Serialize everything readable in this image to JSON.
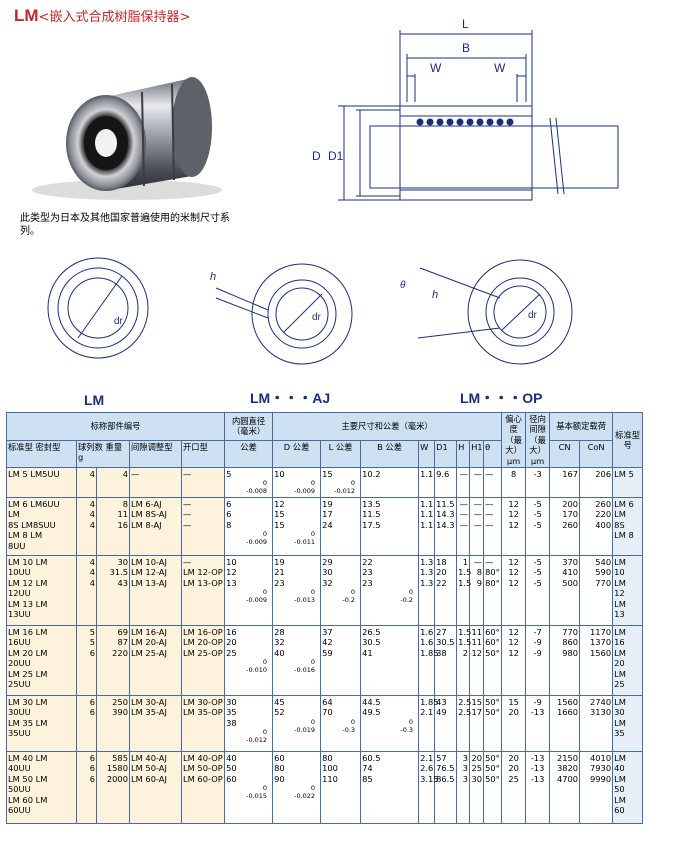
{
  "header": {
    "model": "LM",
    "subtitle": "<嵌入式合成树脂保持器>"
  },
  "description": "此类型为日本及其他国家普遍使用的米制尺寸系列。",
  "diagram_labels": {
    "L": "L",
    "B": "B",
    "W1": "W",
    "W2": "W",
    "D": "D",
    "D1": "D1",
    "dr1": "dr",
    "dr2": "dr",
    "dr3": "dr",
    "h1": "h",
    "h2": "h",
    "theta": "θ",
    "lm": "LM",
    "lm_aj": "LM・・・AJ",
    "lm_op": "LM・・・OP"
  },
  "table": {
    "group_nominal": "标称部件编号",
    "group_inner": "内圆直径（毫米）",
    "group_main": "主要尺寸和公差（毫米）",
    "eccentricity": "偏心度（最大）μm",
    "radial_clearance": "径向间隙（最大）μm",
    "load_rating": "基本额定载荷",
    "load_cn": "CN",
    "load_con": "CoN",
    "std_no": "标准型号",
    "col_std_seal": "标准型 密封型",
    "col_balls": "球列数 重量 g",
    "col_adj": "间隙调整型",
    "col_open": "开口型",
    "col_dr": "公差",
    "col_D": "D 公差",
    "col_L": "L 公差",
    "col_B": "B 公差",
    "col_W": "W",
    "col_D1": "D1",
    "col_H": "H",
    "col_H1": "H1",
    "col_theta": "θ",
    "rows": [
      {
        "std": [
          "LM 5 LM5UU"
        ],
        "balls": [
          "4"
        ],
        "wt": [
          "4"
        ],
        "adj": [
          "—"
        ],
        "open": [
          "—"
        ],
        "dr": [
          "5"
        ],
        "dr_tol": [
          "0",
          "-0.008"
        ],
        "D": [
          "10"
        ],
        "D_tol": [
          "0",
          "-0.009"
        ],
        "L": [
          "15"
        ],
        "L_tol": [
          "0",
          "-0.012"
        ],
        "B": [
          "10.2"
        ],
        "B_tol": [
          ""
        ],
        "W": [
          "1.1"
        ],
        "D1": [
          "9.6"
        ],
        "H": [
          "—"
        ],
        "H1": [
          "—"
        ],
        "th": [
          "—"
        ],
        "ecc": [
          "8"
        ],
        "clr": [
          "-3"
        ],
        "cn": [
          "167"
        ],
        "con": [
          "206"
        ],
        "no": [
          "LM 5"
        ]
      },
      {
        "std": [
          "LM 6 LM6UU",
          "LM",
          "8S LM8SUU",
          "LM 8 LM",
          "8UU"
        ],
        "balls": [
          "4",
          "4",
          "4"
        ],
        "wt": [
          "8",
          "11",
          "16"
        ],
        "adj": [
          "LM 6-AJ",
          "LM 8S-AJ",
          "LM 8-AJ"
        ],
        "open": [
          "—",
          "—",
          "—"
        ],
        "dr": [
          "6",
          "6",
          "8"
        ],
        "dr_tol": [
          "0",
          "-0.009"
        ],
        "D": [
          "12",
          "15",
          "15"
        ],
        "D_tol": [
          "0",
          "-0.011"
        ],
        "L": [
          "19",
          "17",
          "24"
        ],
        "L_tol": [
          ""
        ],
        "B": [
          "13.5",
          "11.5",
          "17.5"
        ],
        "B_tol": [
          ""
        ],
        "W": [
          "1.1",
          "1.1",
          "1.1"
        ],
        "D1": [
          "11.5",
          "14.3",
          "14.3"
        ],
        "H": [
          "—",
          "—",
          "—"
        ],
        "H1": [
          "—",
          "—",
          "—"
        ],
        "th": [
          "—",
          "—",
          "—"
        ],
        "ecc": [
          "12",
          "12",
          "12"
        ],
        "clr": [
          "-5",
          "-5",
          "-5"
        ],
        "cn": [
          "200",
          "170",
          "260"
        ],
        "con": [
          "260",
          "220",
          "400"
        ],
        "no": [
          "LM 6",
          "LM",
          "8S",
          "LM 8"
        ]
      },
      {
        "std": [
          "LM 10 LM",
          "10UU",
          "LM 12 LM",
          "12UU",
          "LM 13 LM",
          "13UU"
        ],
        "balls": [
          "4",
          "4",
          "4"
        ],
        "wt": [
          "30",
          "31.5",
          "43"
        ],
        "adj": [
          "LM 10-AJ",
          "LM 12-AJ",
          "LM 13-AJ"
        ],
        "open": [
          "—",
          "LM 12-OP",
          "LM 13-OP"
        ],
        "dr": [
          "10",
          "12",
          "13"
        ],
        "dr_tol": [
          "0",
          "-0.009"
        ],
        "D": [
          "19",
          "21",
          "23"
        ],
        "D_tol": [
          "0",
          "-0.013"
        ],
        "L": [
          "29",
          "30",
          "32"
        ],
        "L_tol": [
          "0",
          "-0.2"
        ],
        "B": [
          "22",
          "23",
          "23"
        ],
        "B_tol": [
          "0",
          "-0.2"
        ],
        "W": [
          "1.3",
          "1.3",
          "1.3"
        ],
        "D1": [
          "18",
          "20",
          "22"
        ],
        "H": [
          "1",
          "1.5",
          "1.5"
        ],
        "H1": [
          "—",
          "8",
          "9"
        ],
        "th": [
          "—",
          "80°",
          "80°"
        ],
        "ecc": [
          "12",
          "12",
          "12"
        ],
        "clr": [
          "-5",
          "-5",
          "-5"
        ],
        "cn": [
          "370",
          "410",
          "500"
        ],
        "con": [
          "540",
          "590",
          "770"
        ],
        "no": [
          "LM",
          "10",
          "LM",
          "12",
          "LM",
          "13"
        ]
      },
      {
        "std": [
          "LM 16 LM",
          "16UU",
          "LM 20 LM",
          "20UU",
          "LM 25 LM",
          "25UU"
        ],
        "balls": [
          "5",
          "5",
          "6"
        ],
        "wt": [
          "69",
          "87",
          "220"
        ],
        "adj": [
          "LM 16-AJ",
          "LM 20-AJ",
          "LM 25-AJ"
        ],
        "open": [
          "LM 16-OP",
          "LM 20-OP",
          "LM 25-OP"
        ],
        "dr": [
          "16",
          "20",
          "25"
        ],
        "dr_tol": [
          "0",
          "-0.010"
        ],
        "D": [
          "28",
          "32",
          "40"
        ],
        "D_tol": [
          "0",
          "-0.016"
        ],
        "L": [
          "37",
          "42",
          "59"
        ],
        "L_tol": [
          ""
        ],
        "B": [
          "26.5",
          "30.5",
          "41"
        ],
        "B_tol": [
          ""
        ],
        "W": [
          "1.6",
          "1.6",
          "1.85"
        ],
        "D1": [
          "27",
          "30.5",
          "38"
        ],
        "H": [
          "1.5",
          "1.5",
          "2"
        ],
        "H1": [
          "11",
          "11",
          "12"
        ],
        "th": [
          "60°",
          "60°",
          "50°"
        ],
        "ecc": [
          "12",
          "12",
          "12"
        ],
        "clr": [
          "-7",
          "-9",
          "-9"
        ],
        "cn": [
          "770",
          "860",
          "980"
        ],
        "con": [
          "1170",
          "1370",
          "1560"
        ],
        "no": [
          "LM",
          "16",
          "LM",
          "20",
          "LM",
          "25"
        ]
      },
      {
        "std": [
          "LM 30 LM",
          "30UU",
          "LM 35 LM",
          "35UU"
        ],
        "balls": [
          "6",
          "6"
        ],
        "wt": [
          "250",
          "390"
        ],
        "adj": [
          "LM 30-AJ",
          "LM 35-AJ"
        ],
        "open": [
          "LM 30-OP",
          "LM 35-OP"
        ],
        "dr": [
          "30",
          "35",
          "38"
        ],
        "dr_tol": [
          "0",
          "-0.012"
        ],
        "D": [
          "45",
          "52"
        ],
        "D_tol": [
          "0",
          "-0.019"
        ],
        "L": [
          "64",
          "70"
        ],
        "L_tol": [
          "0",
          "-0.3"
        ],
        "B": [
          "44.5",
          "49.5"
        ],
        "B_tol": [
          "0",
          "-0.3"
        ],
        "W": [
          "1.85",
          "2.1"
        ],
        "D1": [
          "43",
          "49"
        ],
        "H": [
          "2.5",
          "2.5"
        ],
        "H1": [
          "15",
          "17"
        ],
        "th": [
          "50°",
          "50°"
        ],
        "ecc": [
          "15",
          "20"
        ],
        "clr": [
          "-9",
          "-13"
        ],
        "cn": [
          "1560",
          "1660"
        ],
        "con": [
          "2740",
          "3130"
        ],
        "no": [
          "LM",
          "30",
          "LM",
          "35"
        ]
      },
      {
        "std": [
          "LM 40 LM",
          "40UU",
          "LM 50 LM",
          "50UU",
          "LM 60 LM",
          "60UU"
        ],
        "balls": [
          "6",
          "6",
          "6"
        ],
        "wt": [
          "585",
          "1580",
          "2000"
        ],
        "adj": [
          "LM 40-AJ",
          "LM 50-AJ",
          "LM 60-AJ"
        ],
        "open": [
          "LM 40-OP",
          "LM 50-OP",
          "LM 60-OP"
        ],
        "dr": [
          "40",
          "50",
          "60"
        ],
        "dr_tol": [
          "0",
          "-0.015"
        ],
        "D": [
          "60",
          "80",
          "90"
        ],
        "D_tol": [
          "0",
          "-0.022"
        ],
        "L": [
          "80",
          "100",
          "110"
        ],
        "L_tol": [
          ""
        ],
        "B": [
          "60.5",
          "74",
          "85"
        ],
        "B_tol": [
          ""
        ],
        "W": [
          "2.1",
          "2.6",
          "3.15"
        ],
        "D1": [
          "57",
          "76.5",
          "86.5"
        ],
        "H": [
          "3",
          "3",
          "3"
        ],
        "H1": [
          "20",
          "25",
          "30"
        ],
        "th": [
          "50°",
          "50°",
          "50°"
        ],
        "ecc": [
          "20",
          "20",
          "25"
        ],
        "clr": [
          "-13",
          "-13",
          "-13"
        ],
        "cn": [
          "2150",
          "3820",
          "4700"
        ],
        "con": [
          "4010",
          "7930",
          "9990"
        ],
        "no": [
          "LM",
          "40",
          "LM",
          "50",
          "LM",
          "60"
        ]
      }
    ]
  }
}
